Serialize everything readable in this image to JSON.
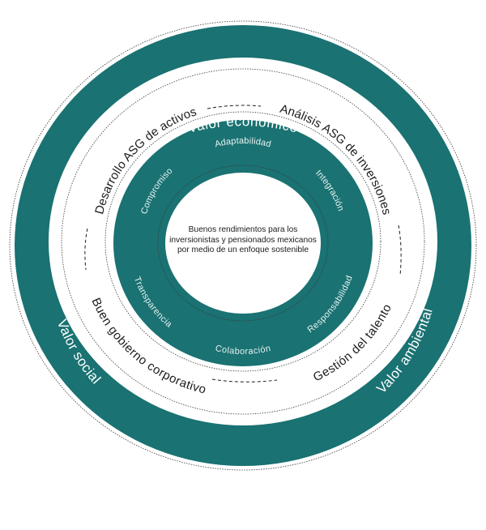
{
  "colors": {
    "teal": "#1a7272",
    "ring_light": "#ffffff",
    "outline": "#3a3a3a",
    "text_dark": "#1c1c1c",
    "text_light": "#ffffff"
  },
  "outer_ring": {
    "top_label": "Valor económico",
    "left_label": "Valor social",
    "right_label": "Valor ambiental"
  },
  "middle_ring": {
    "top_left": "Desarrollo ASG de activos",
    "top_right": "Análisis ASG de inversiones",
    "bottom_left": "Buen gobierno corporativo",
    "bottom_right": "Gestión del talento"
  },
  "inner_ring": {
    "top": "Adaptabilidad",
    "upper_right": "Integración",
    "lower_right": "Responsabilidad",
    "bottom": "Colaboración",
    "lower_left": "Transparencia",
    "upper_left": "Compromiso"
  },
  "center": {
    "text": "Buenos rendimientos para los inversionistas y pensionados mexicanos por medio de un enfoque sostenible"
  }
}
